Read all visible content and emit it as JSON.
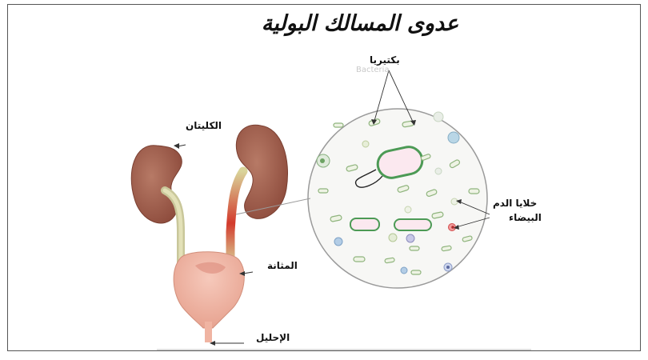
{
  "title": "عدوى المسالك البولية",
  "labels": {
    "kidneys": "الكليتان",
    "bladder": "المثانة",
    "urethra": "الإحليل",
    "bacteria": "بكتيريا",
    "bacteria_faint": "Bacteria",
    "wbc_line1": "خلايا الدم",
    "wbc_line2": "البيضاء"
  }
}
